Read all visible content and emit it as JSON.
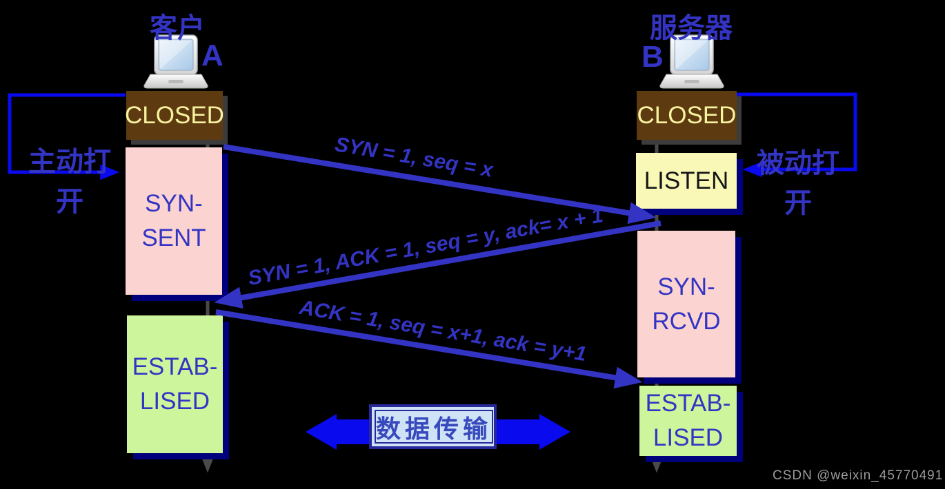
{
  "client": {
    "host_label": "客户",
    "host_letter": "A",
    "transition_label": "主动打开",
    "states": {
      "closed": "CLOSED",
      "syn_sent_line1": "SYN-",
      "syn_sent_line2": "SENT",
      "estab_line1": "ESTAB-",
      "estab_line2": "LISED"
    }
  },
  "server": {
    "host_label": "服务器",
    "host_letter": "B",
    "transition_label": "被动打开",
    "states": {
      "closed": "CLOSED",
      "listen": "LISTEN",
      "syn_rcvd_line1": "SYN-",
      "syn_rcvd_line2": "RCVD",
      "estab_line1": "ESTAB-",
      "estab_line2": "LISED"
    }
  },
  "messages": [
    {
      "label": "SYN = 1, seq = x",
      "direction": "client-to-server"
    },
    {
      "label": "SYN = 1, ACK = 1, seq = y, ack= x + 1",
      "direction": "server-to-client"
    },
    {
      "label": "ACK = 1, seq = x+1, ack = y+1",
      "direction": "client-to-server"
    }
  ],
  "data_transfer": {
    "label": "数据传输"
  },
  "watermark": "CSDN @weixin_45770491",
  "colors": {
    "msg_blue": "#3434C4",
    "bright_blue": "#0A0AEE",
    "box_brown": "#5E3A10",
    "closed_text": "#F7F3A0",
    "pink": "#FBD4D1",
    "yellow": "#FAF8B6",
    "green": "#CDF59B",
    "navy_shadow": "#00007D",
    "gray_line": "#4A4A4A",
    "databox_fill": "#CFE3F7",
    "databox_border": "#28289A",
    "datatext_blue": "#3849BD",
    "listen_text": "#161616",
    "watermark_gray": "#9C9C9C",
    "shadow_gray": "#3C3C3C"
  }
}
